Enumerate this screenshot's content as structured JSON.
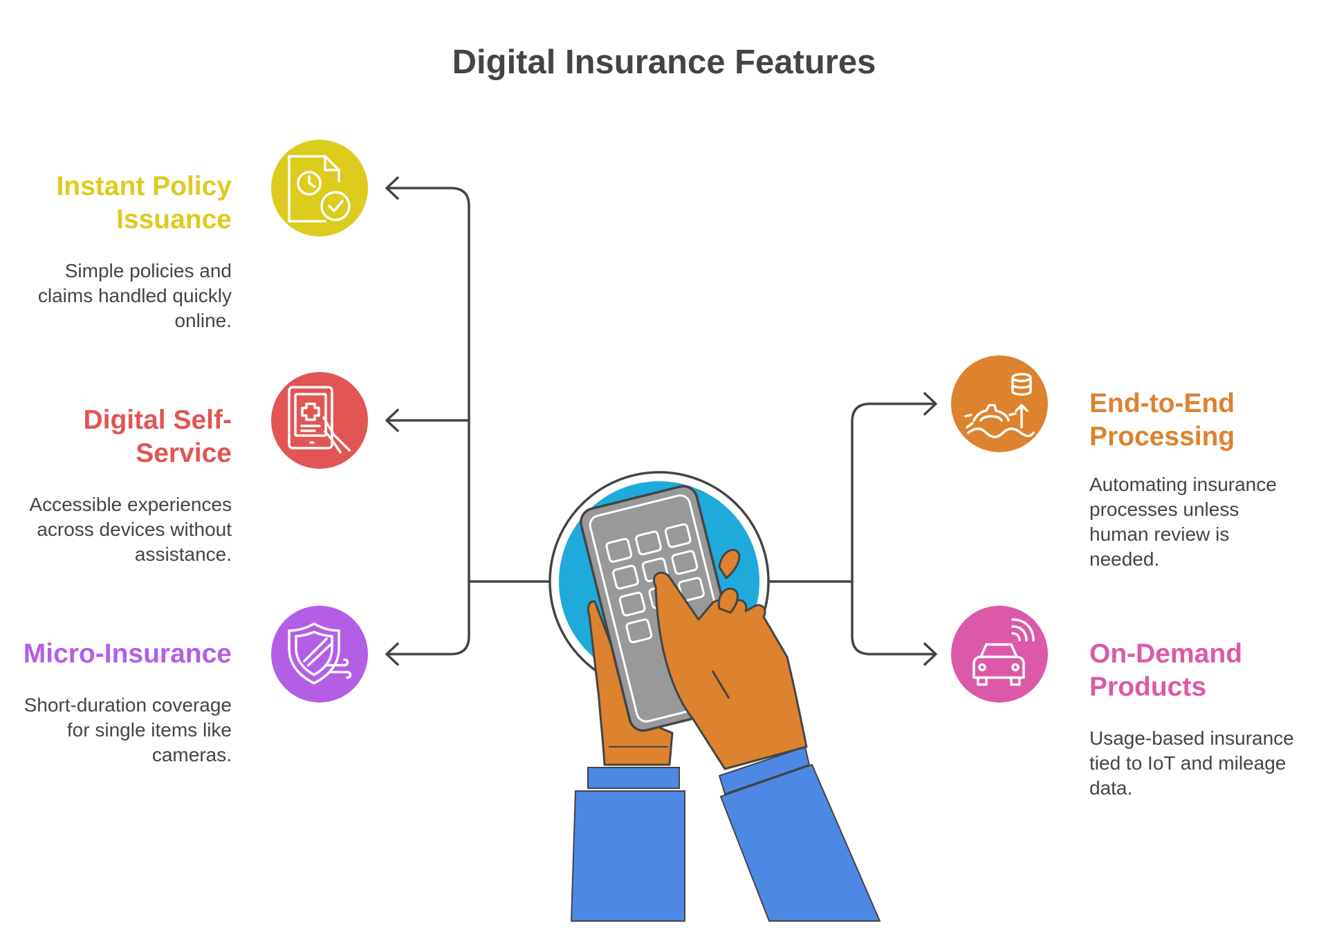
{
  "title": "Digital Insurance Features",
  "colors": {
    "connector": "#444444",
    "instant_policy": "#DDCB1E",
    "self_service": "#E15552",
    "micro_insurance": "#B45EE5",
    "end_to_end": "#DD822F",
    "on_demand": "#DC59A8",
    "hub_circle": "#1EABDB",
    "calculator": "#999999",
    "hands": "#DD822F",
    "sleeves": "#4E88E5"
  },
  "features": {
    "instant_policy": {
      "title_line1": "Instant Policy",
      "title_line2": "Issuance",
      "desc_line1": "Simple policies and",
      "desc_line2": "claims handled quickly",
      "desc_line3": "online.",
      "icon": "document-clock-check-icon"
    },
    "self_service": {
      "title_line1": "Digital Self-",
      "title_line2": "Service",
      "desc_line1": "Accessible experiences",
      "desc_line2": "across devices without",
      "desc_line3": "assistance.",
      "icon": "tablet-medical-hand-icon"
    },
    "micro_insurance": {
      "title_line1": "Micro-Insurance",
      "desc_line1": "Short-duration coverage",
      "desc_line2": "for single items like",
      "desc_line3": "cameras.",
      "icon": "shield-wind-icon"
    },
    "end_to_end": {
      "title_line1": "End-to-End",
      "title_line2": "Processing",
      "desc_line1": "Automating insurance",
      "desc_line2": "processes unless",
      "desc_line3": "human review is",
      "desc_line4": "needed.",
      "icon": "database-gear-arrow-icon"
    },
    "on_demand": {
      "title_line1": "On-Demand",
      "title_line2": "Products",
      "desc_line1": "Usage-based insurance",
      "desc_line2": "tied to IoT and mileage",
      "desc_line3": "data.",
      "icon": "connected-car-icon"
    }
  },
  "hub": {
    "icon": "hands-calculator-icon"
  }
}
